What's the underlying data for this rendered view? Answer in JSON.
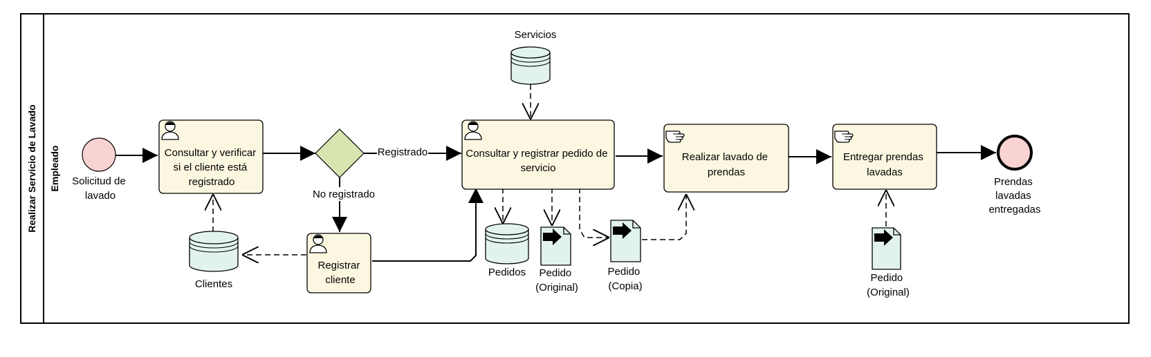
{
  "pool": {
    "title": "Realizar Servicio de Lavado"
  },
  "lane": {
    "title": "Empleado"
  },
  "colors": {
    "task_fill": "#fcf7e0",
    "gateway_fill": "#d8e5b0",
    "data_fill": "#e1f3ec",
    "event_fill": "#f9d2d2",
    "stroke": "#000000"
  },
  "events": {
    "start": {
      "label": [
        "Solicitud de",
        "lavado"
      ]
    },
    "end": {
      "label": [
        "Prendas",
        "lavadas",
        "entregadas"
      ]
    }
  },
  "tasks": {
    "consultar_cliente": {
      "icon": "user-icon",
      "label": [
        "Consultar y verificar",
        "si el cliente está",
        "registrado"
      ]
    },
    "registrar_cliente": {
      "icon": "user-icon",
      "label": [
        "Registrar",
        "cliente"
      ]
    },
    "registrar_pedido": {
      "icon": "user-icon",
      "label": [
        "Consultar y registrar pedido de",
        "servicio"
      ]
    },
    "lavado": {
      "icon": "manual-hand-icon",
      "label": [
        "Realizar lavado de",
        "prendas"
      ]
    },
    "entregar": {
      "icon": "manual-hand-icon",
      "label": [
        "Entregar prendas",
        "lavadas"
      ]
    }
  },
  "gateway": {
    "yes_label": "Registrado",
    "no_label": "No registrado"
  },
  "data_stores": {
    "servicios": {
      "label": "Servicios"
    },
    "clientes": {
      "label": "Clientes"
    },
    "pedidos": {
      "label": "Pedidos"
    }
  },
  "data_objects": {
    "pedido_original_1": {
      "label": [
        "Pedido",
        "(Original)"
      ]
    },
    "pedido_copia": {
      "label": [
        "Pedido",
        "(Copia)"
      ]
    },
    "pedido_original_2": {
      "label": [
        "Pedido",
        "(Original)"
      ]
    }
  }
}
